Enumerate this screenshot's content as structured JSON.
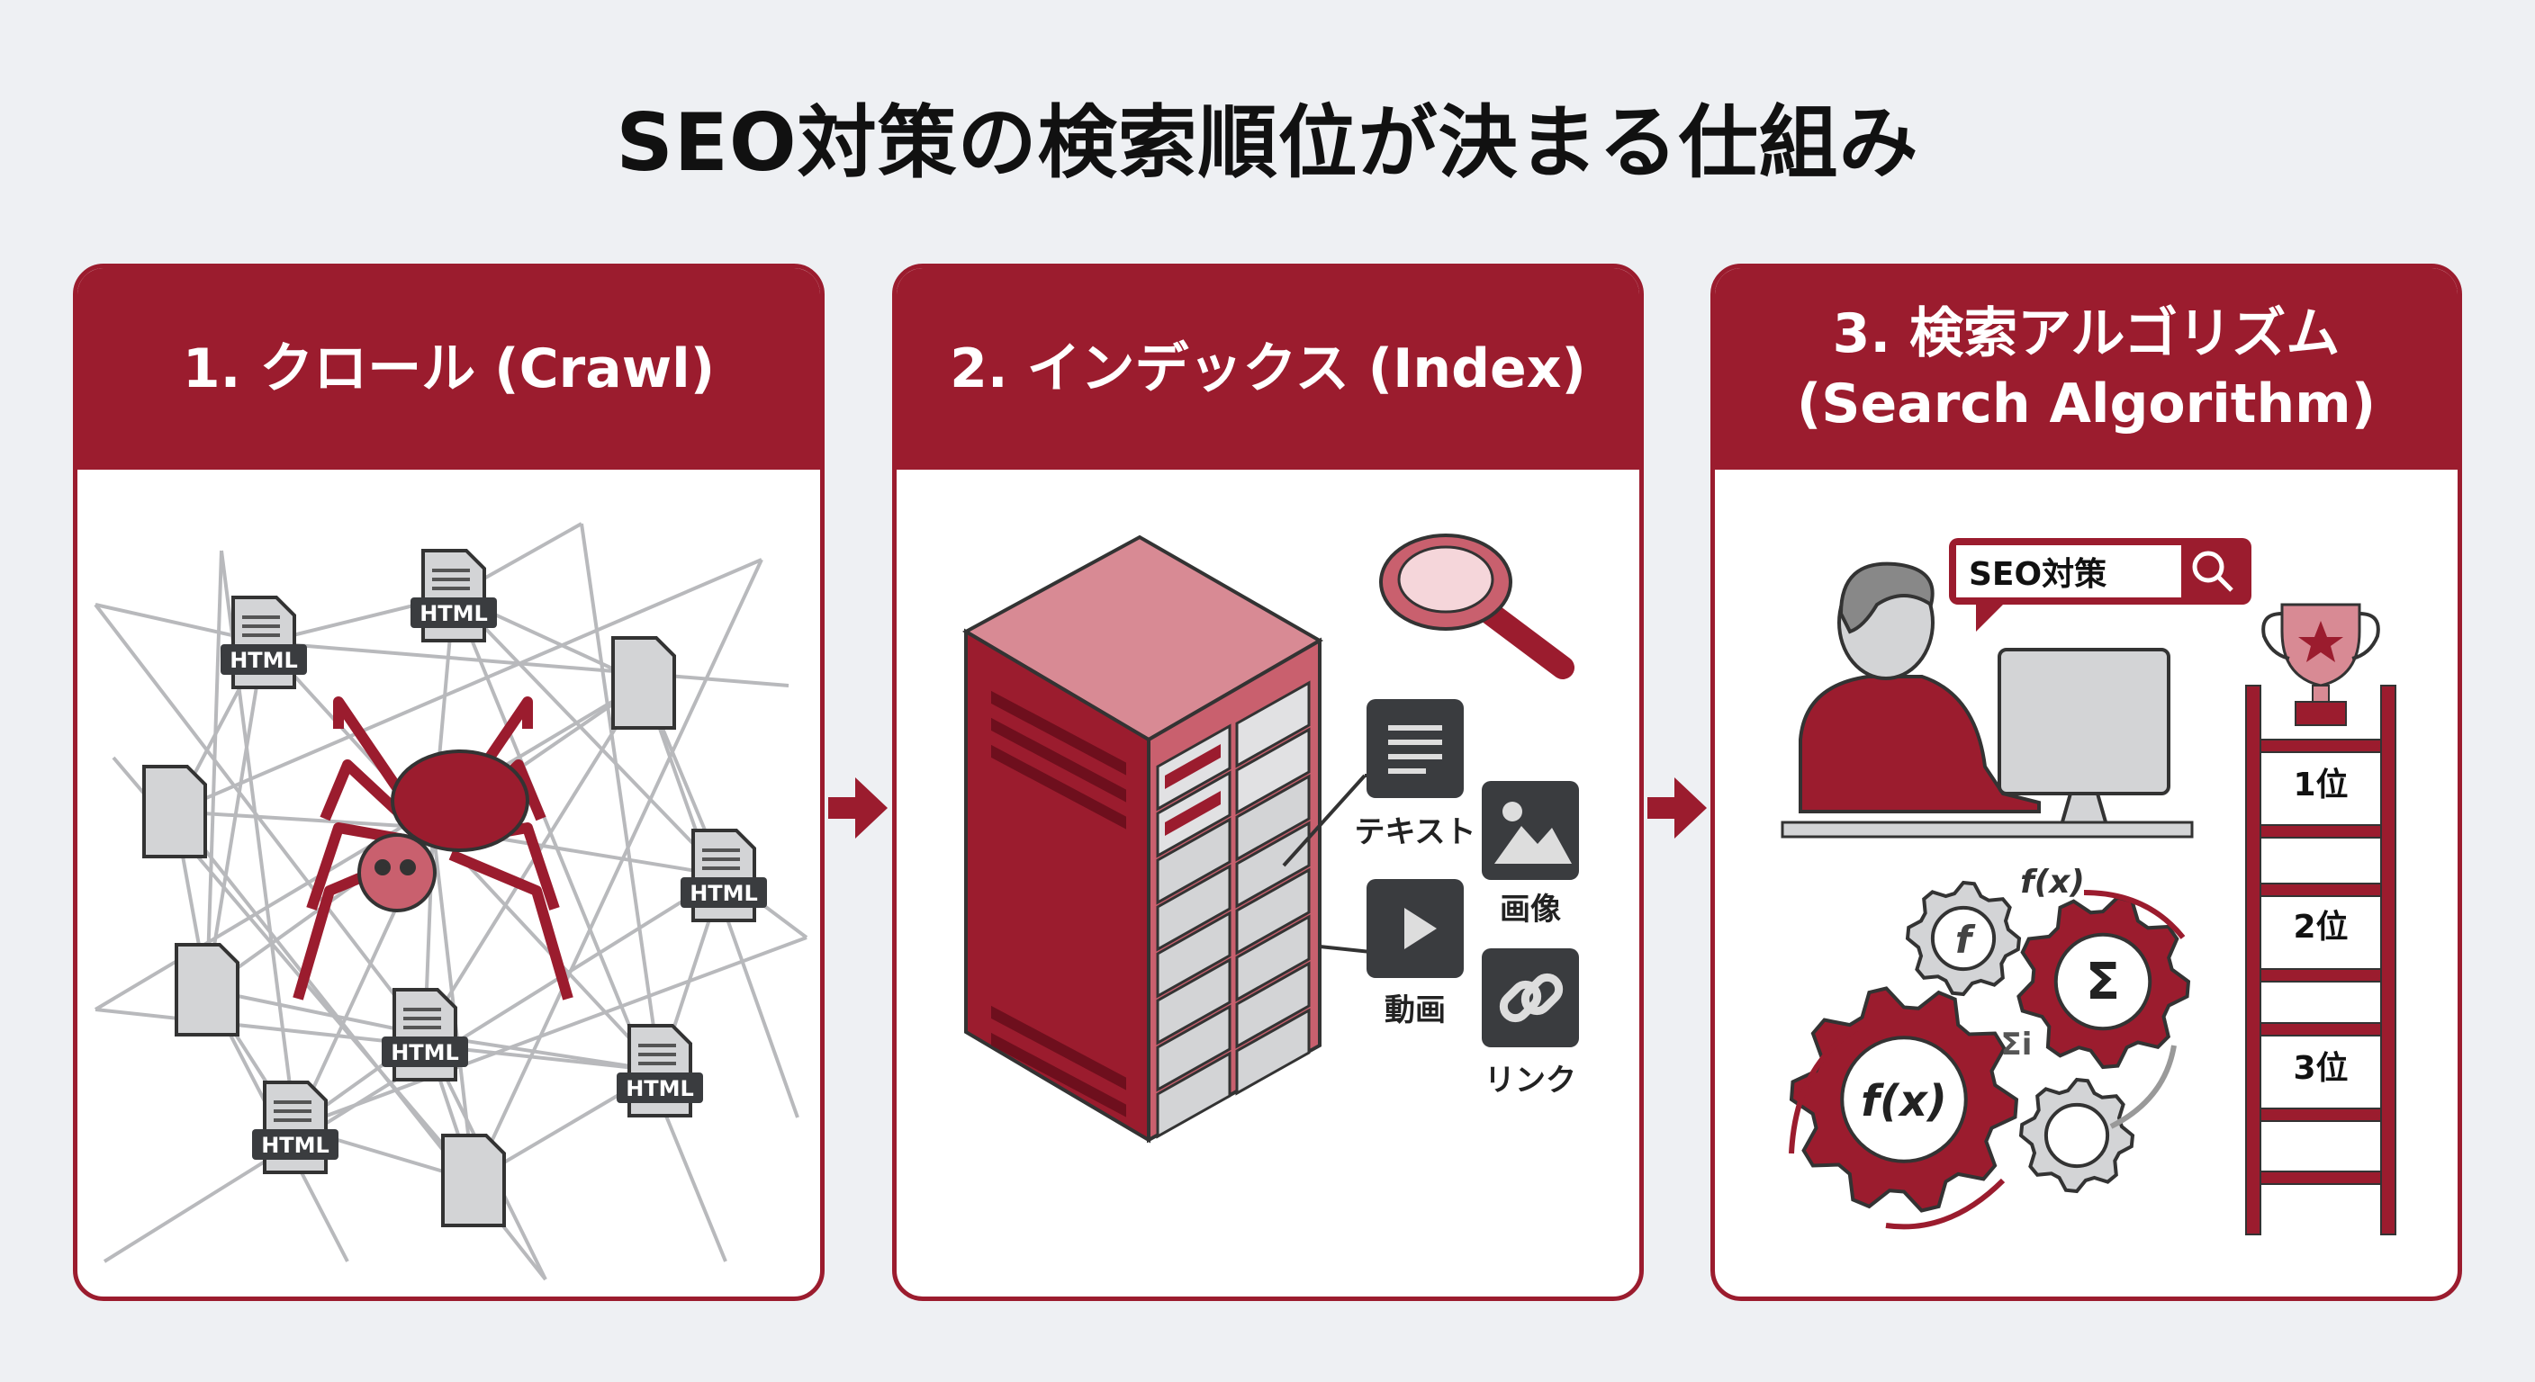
{
  "title": "SEO対策の検索順位が決まる仕組み",
  "colors": {
    "accent": "#9b1c2e",
    "accent_light": "#cf7a86",
    "background": "#eef0f3",
    "icon_dark": "#3a3c3f",
    "doc_gray": "#d3d4d6"
  },
  "panels": [
    {
      "header_lines": [
        "1. クロール (Crawl)"
      ],
      "doc_label": "HTML",
      "illustration": [
        "spider-icon",
        "web-network",
        "html-document-icon",
        "document-icon"
      ]
    },
    {
      "header_lines": [
        "2. インデックス (Index)"
      ],
      "illustration": [
        "server-rack",
        "magnifier-icon"
      ],
      "content_types": [
        {
          "label": "テキスト",
          "icon": "text-icon"
        },
        {
          "label": "画像",
          "icon": "image-icon"
        },
        {
          "label": "動画",
          "icon": "play-icon"
        },
        {
          "label": "リンク",
          "icon": "link-icon"
        }
      ]
    },
    {
      "header_lines": [
        "3. 検索アルゴリズム",
        "(Search Algorithm)"
      ],
      "search_query": "SEO対策",
      "formulas": {
        "fx": "f(x)",
        "sigma": "Σ",
        "sigma_i": "Σi",
        "f": "f"
      },
      "ranks": [
        "1位",
        "2位",
        "3位"
      ],
      "illustration": [
        "user-at-computer",
        "search-box",
        "gears",
        "ladder",
        "trophy-icon"
      ]
    }
  ]
}
